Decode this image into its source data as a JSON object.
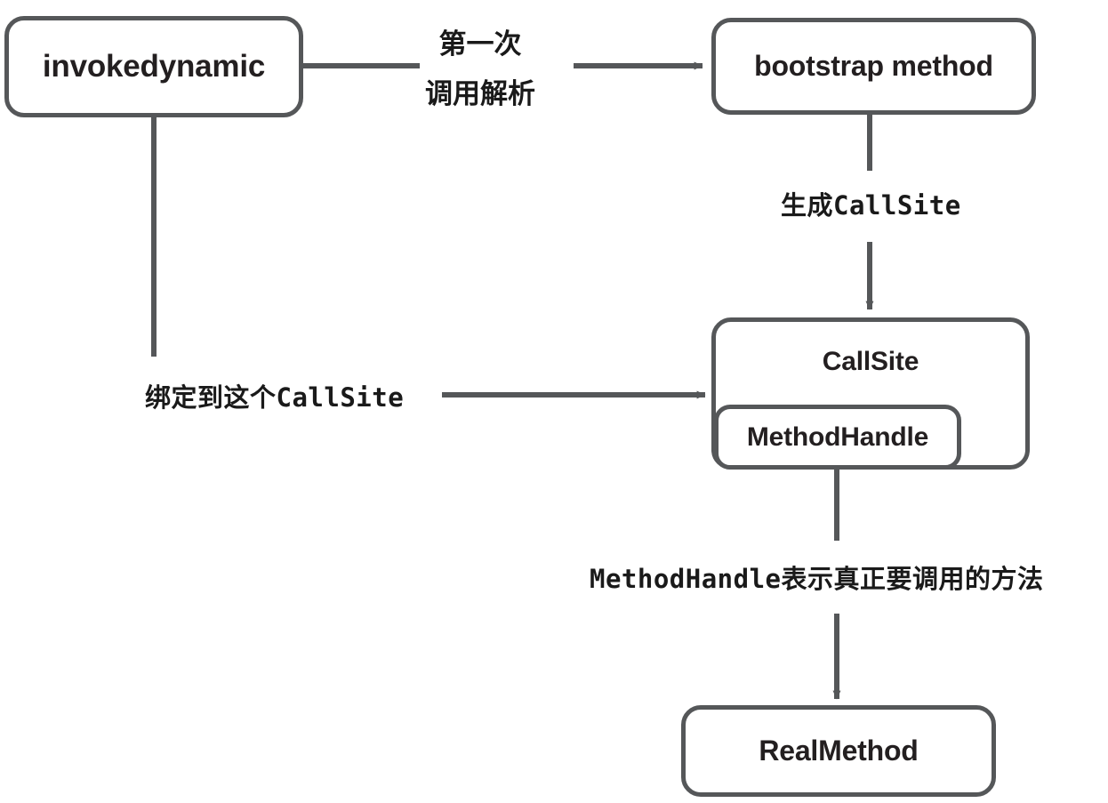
{
  "diagram": {
    "title": "invokedynamic call resolution flow",
    "stroke_color": "#555759",
    "text_color": "#231f20",
    "background": "#ffffff",
    "nodes": [
      {
        "id": "invokedynamic",
        "label": "invokedynamic"
      },
      {
        "id": "bootstrap",
        "label": "bootstrap method"
      },
      {
        "id": "callsite",
        "label": "CallSite"
      },
      {
        "id": "methodhandle",
        "label": "MethodHandle"
      },
      {
        "id": "realmethod",
        "label": "RealMethod"
      }
    ],
    "edges": [
      {
        "id": "first-call",
        "from": "invokedynamic",
        "to": "bootstrap",
        "label_line1": "第一次",
        "label_line2": "调用解析",
        "arrow": true
      },
      {
        "id": "gen-callsite",
        "from": "bootstrap",
        "to": "callsite",
        "label": "生成CallSite",
        "arrow": true
      },
      {
        "id": "bind-callsite",
        "from": "invokedynamic",
        "to": "callsite",
        "label": "绑定到这个CallSite",
        "arrow": true
      },
      {
        "id": "mh-real",
        "from": "methodhandle",
        "to": "realmethod",
        "label": "MethodHandle表示真正要调用的方法",
        "arrow": true
      }
    ]
  }
}
